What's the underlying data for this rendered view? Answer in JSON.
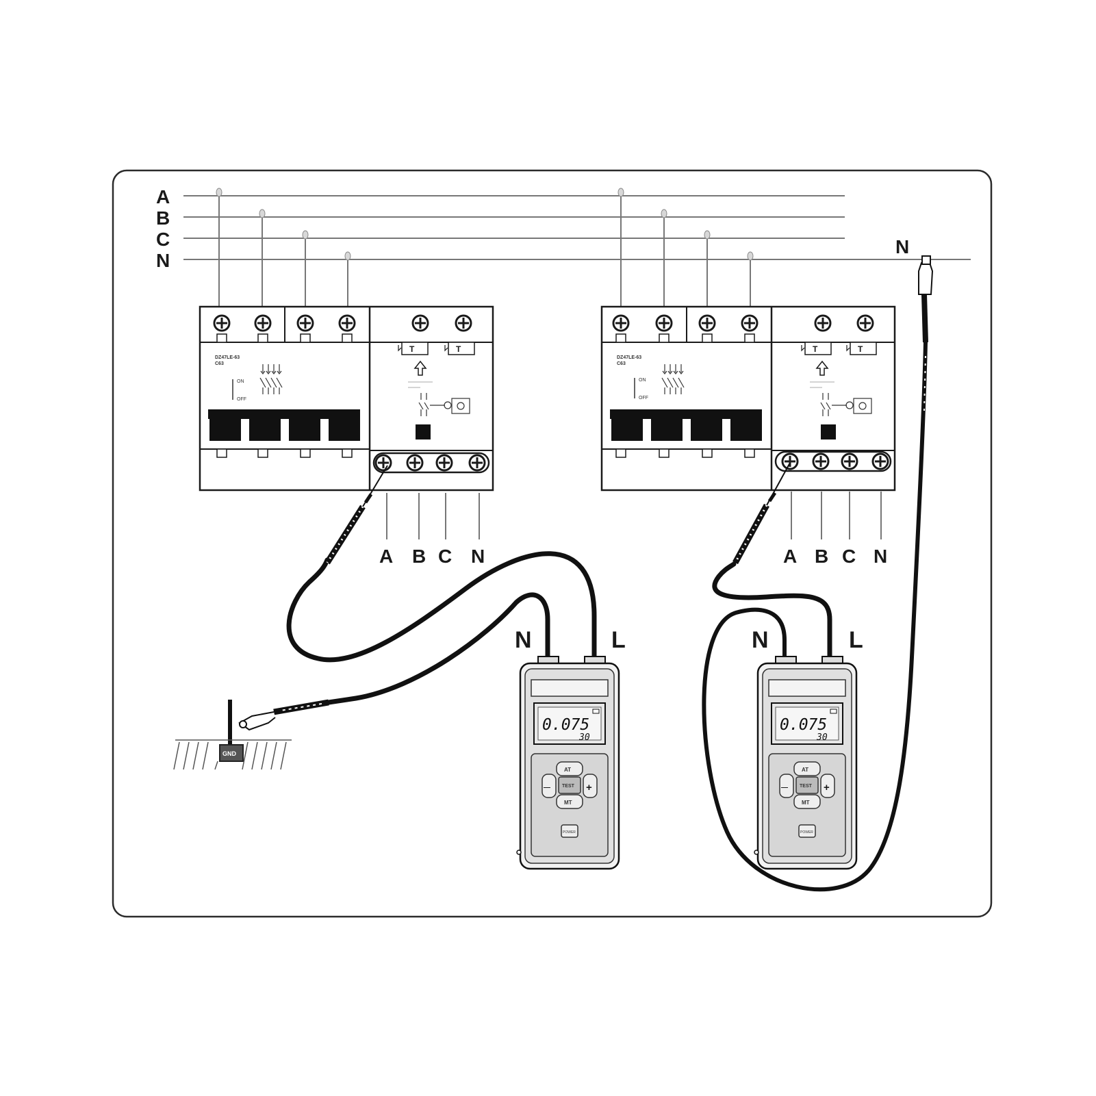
{
  "bus": {
    "labels": [
      "A",
      "B",
      "C",
      "N"
    ],
    "right_neutral_label": "N"
  },
  "breakers": [
    {
      "model": "DZ47LE-63",
      "rating": "C63",
      "on_label": "ON",
      "off_label": "OFF",
      "test_label": "T",
      "outputs": [
        "A",
        "B",
        "C",
        "N"
      ]
    },
    {
      "model": "DZ47LE-63",
      "rating": "C63",
      "on_label": "ON",
      "off_label": "OFF",
      "test_label": "T",
      "outputs": [
        "A",
        "B",
        "C",
        "N"
      ]
    }
  ],
  "testers": [
    {
      "n_label": "N",
      "l_label": "L",
      "reading": "0.075",
      "sub_reading": "30",
      "buttons": {
        "top": "AT",
        "center": "TEST",
        "bottom": "MT",
        "left": "—",
        "right": "+",
        "power": "POWER"
      }
    },
    {
      "n_label": "N",
      "l_label": "L",
      "reading": "0.075",
      "sub_reading": "30",
      "buttons": {
        "top": "AT",
        "center": "TEST",
        "bottom": "MT",
        "left": "—",
        "right": "+",
        "power": "POWER"
      }
    }
  ],
  "ground_label": "GND",
  "colors": {
    "line": "#1a1a1a",
    "frame": "#2b2b2b",
    "tester_body": "#e0e0e0",
    "lcd": "#e8e8e8"
  }
}
